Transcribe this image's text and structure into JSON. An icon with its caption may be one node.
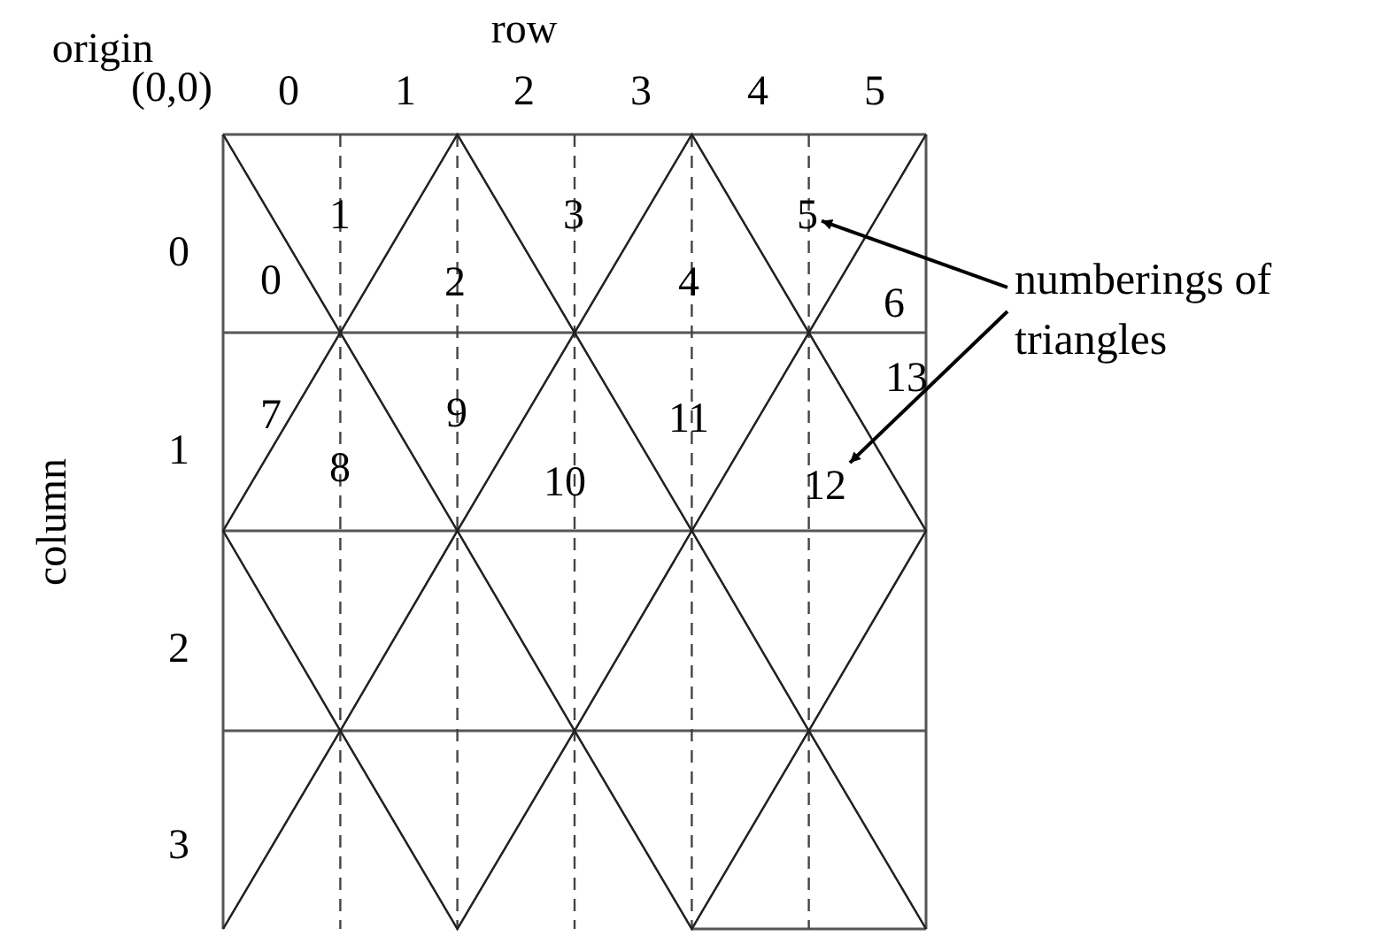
{
  "diagram": {
    "nodes": [
      {
        "text": [
          "5"
        ]
      },
      {
        "text": [
          "numberings of triangles"
        ]
      },
      {
        "text": [
          "12"
        ]
      }
    ],
    "edges": [
      {
        "from": 1,
        "to": 0,
        "arrow": "to"
      },
      {
        "from": 1,
        "to": 2,
        "arrow": "to"
      }
    ],
    "labels": [
      "origin",
      "row",
      "(0,0)",
      "0",
      "1",
      "2",
      "3",
      "4",
      "5",
      "1",
      "3",
      "0",
      "0",
      "2",
      "4",
      "6",
      "13",
      "7",
      "9",
      "11",
      "1",
      "8",
      "10",
      "column",
      "2",
      "3"
    ]
  }
}
